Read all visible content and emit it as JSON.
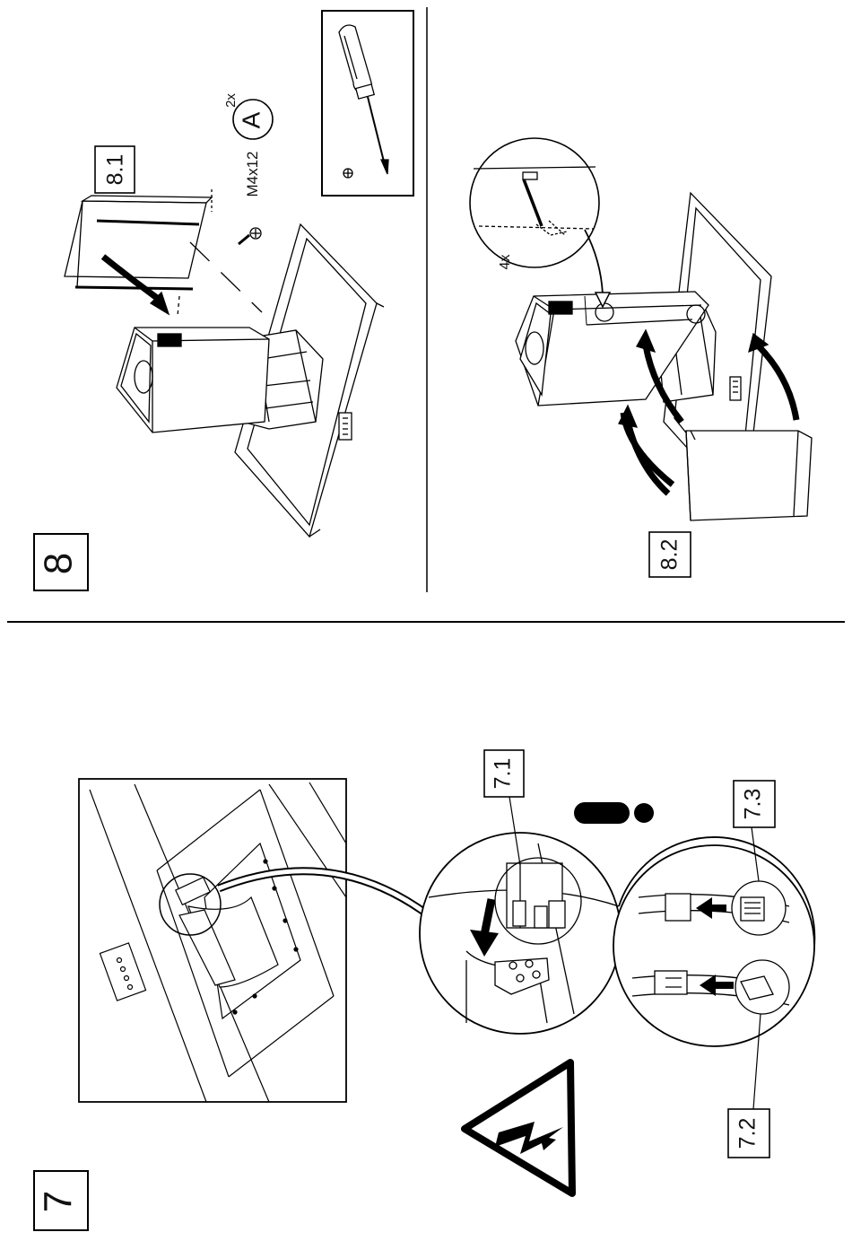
{
  "step8": {
    "number": "8",
    "sub1": {
      "label": "8.1",
      "screw_spec": "M4x12",
      "quantity": "2x",
      "part_letter": "A"
    },
    "sub2": {
      "label": "8.2",
      "count": "4x"
    },
    "tool": "phillips-screwdriver"
  },
  "step7": {
    "number": "7",
    "callouts": [
      "7.1",
      "7.2",
      "7.3"
    ],
    "warning": "electrical-hazard"
  }
}
